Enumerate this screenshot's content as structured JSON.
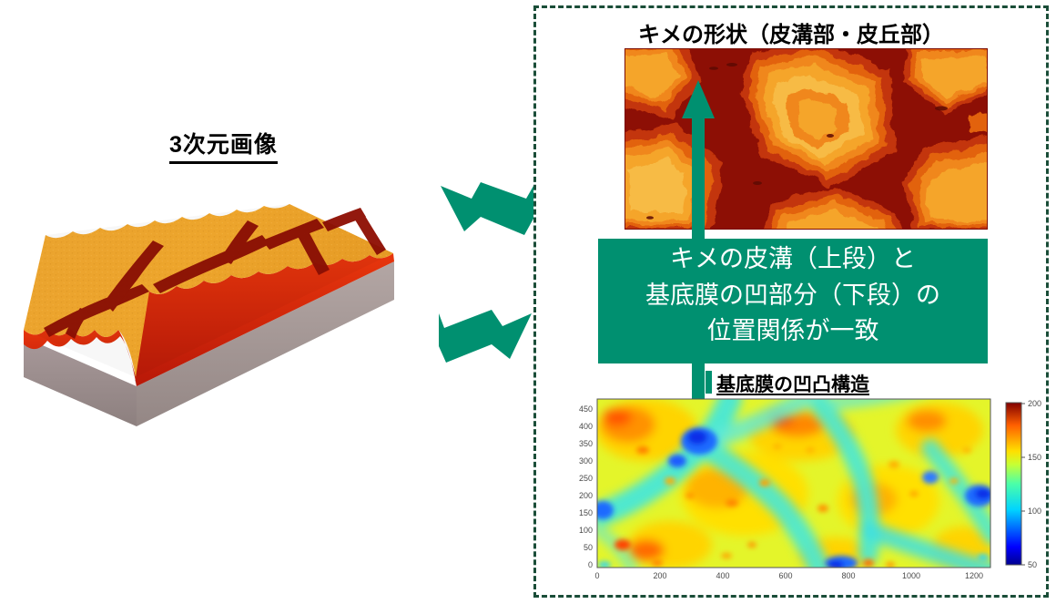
{
  "left": {
    "title": "3次元画像",
    "figure_name": "3d-skin-block-render",
    "colors": {
      "top_surface": "#f0a02a",
      "furrow": "#9e1208",
      "base": "#9b8e8b",
      "edge_red": "#e03010"
    }
  },
  "arrows": {
    "upper": {
      "name": "arrow-to-texture",
      "direction": "up-right",
      "color": "#009070"
    },
    "lower": {
      "name": "arrow-to-heatmap",
      "direction": "down-right",
      "color": "#009070"
    },
    "vertical": {
      "name": "alignment-double-arrow",
      "direction": "double-vertical",
      "color": "#009070"
    }
  },
  "panel": {
    "border_color": "#1a4d38",
    "top_title": "キメの形状（皮溝部・皮丘部）",
    "bottom_title": "基底膜の凹凸構造",
    "callout": {
      "background": "#009070",
      "text_color": "#ffffff",
      "lines": [
        "キメの皮溝（上段）と",
        "基底膜の凹部分（下段）の",
        "位置関係が一致"
      ]
    }
  },
  "chart_data": [
    {
      "type": "heatmap",
      "name": "skin-texture-map",
      "title": "キメの形状（皮溝部・皮丘部）",
      "description": "皮溝（濃赤のネットワーク）と皮丘（橙色の島状領域）",
      "colormap": "orange-darkred",
      "legend": "none",
      "grid": false,
      "axis": "none",
      "color_levels": [
        "#8f1005",
        "#a81607",
        "#c33408",
        "#e2620a",
        "#f0871b",
        "#f5a52b",
        "#f7bb45",
        "#fad06a"
      ]
    },
    {
      "type": "heatmap",
      "name": "basement-membrane-topography",
      "title": "基底膜の凹凸構造",
      "colormap": "jet",
      "xlabel": "",
      "ylabel": "",
      "x": [
        0,
        200,
        400,
        600,
        800,
        1000,
        1200
      ],
      "y": [
        0,
        50,
        100,
        150,
        200,
        250,
        300,
        350,
        400,
        450
      ],
      "xlim": [
        0,
        1250
      ],
      "ylim": [
        0,
        480
      ],
      "grid": false,
      "colorbar": {
        "ticks": [
          50,
          100,
          150,
          200
        ],
        "vmin": 50,
        "vmax": 200,
        "position": "right",
        "orientation": "vertical"
      },
      "notes": "青〜シアンの谷線が上段の皮溝ネットワークと一致し、黄〜赤の高い領域が皮丘に対応"
    }
  ]
}
